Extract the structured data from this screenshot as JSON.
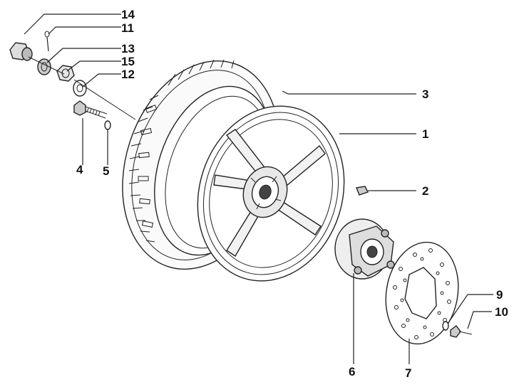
{
  "diagram": {
    "callouts": [
      {
        "id": "14",
        "text": "14"
      },
      {
        "id": "11",
        "text": "11"
      },
      {
        "id": "13",
        "text": "13"
      },
      {
        "id": "15",
        "text": "15"
      },
      {
        "id": "12",
        "text": "12"
      },
      {
        "id": "3",
        "text": "3"
      },
      {
        "id": "1",
        "text": "1"
      },
      {
        "id": "4",
        "text": "4"
      },
      {
        "id": "5",
        "text": "5"
      },
      {
        "id": "2",
        "text": "2"
      },
      {
        "id": "9",
        "text": "9"
      },
      {
        "id": "10",
        "text": "10"
      },
      {
        "id": "6",
        "text": "6"
      },
      {
        "id": "7",
        "text": "7"
      }
    ]
  }
}
